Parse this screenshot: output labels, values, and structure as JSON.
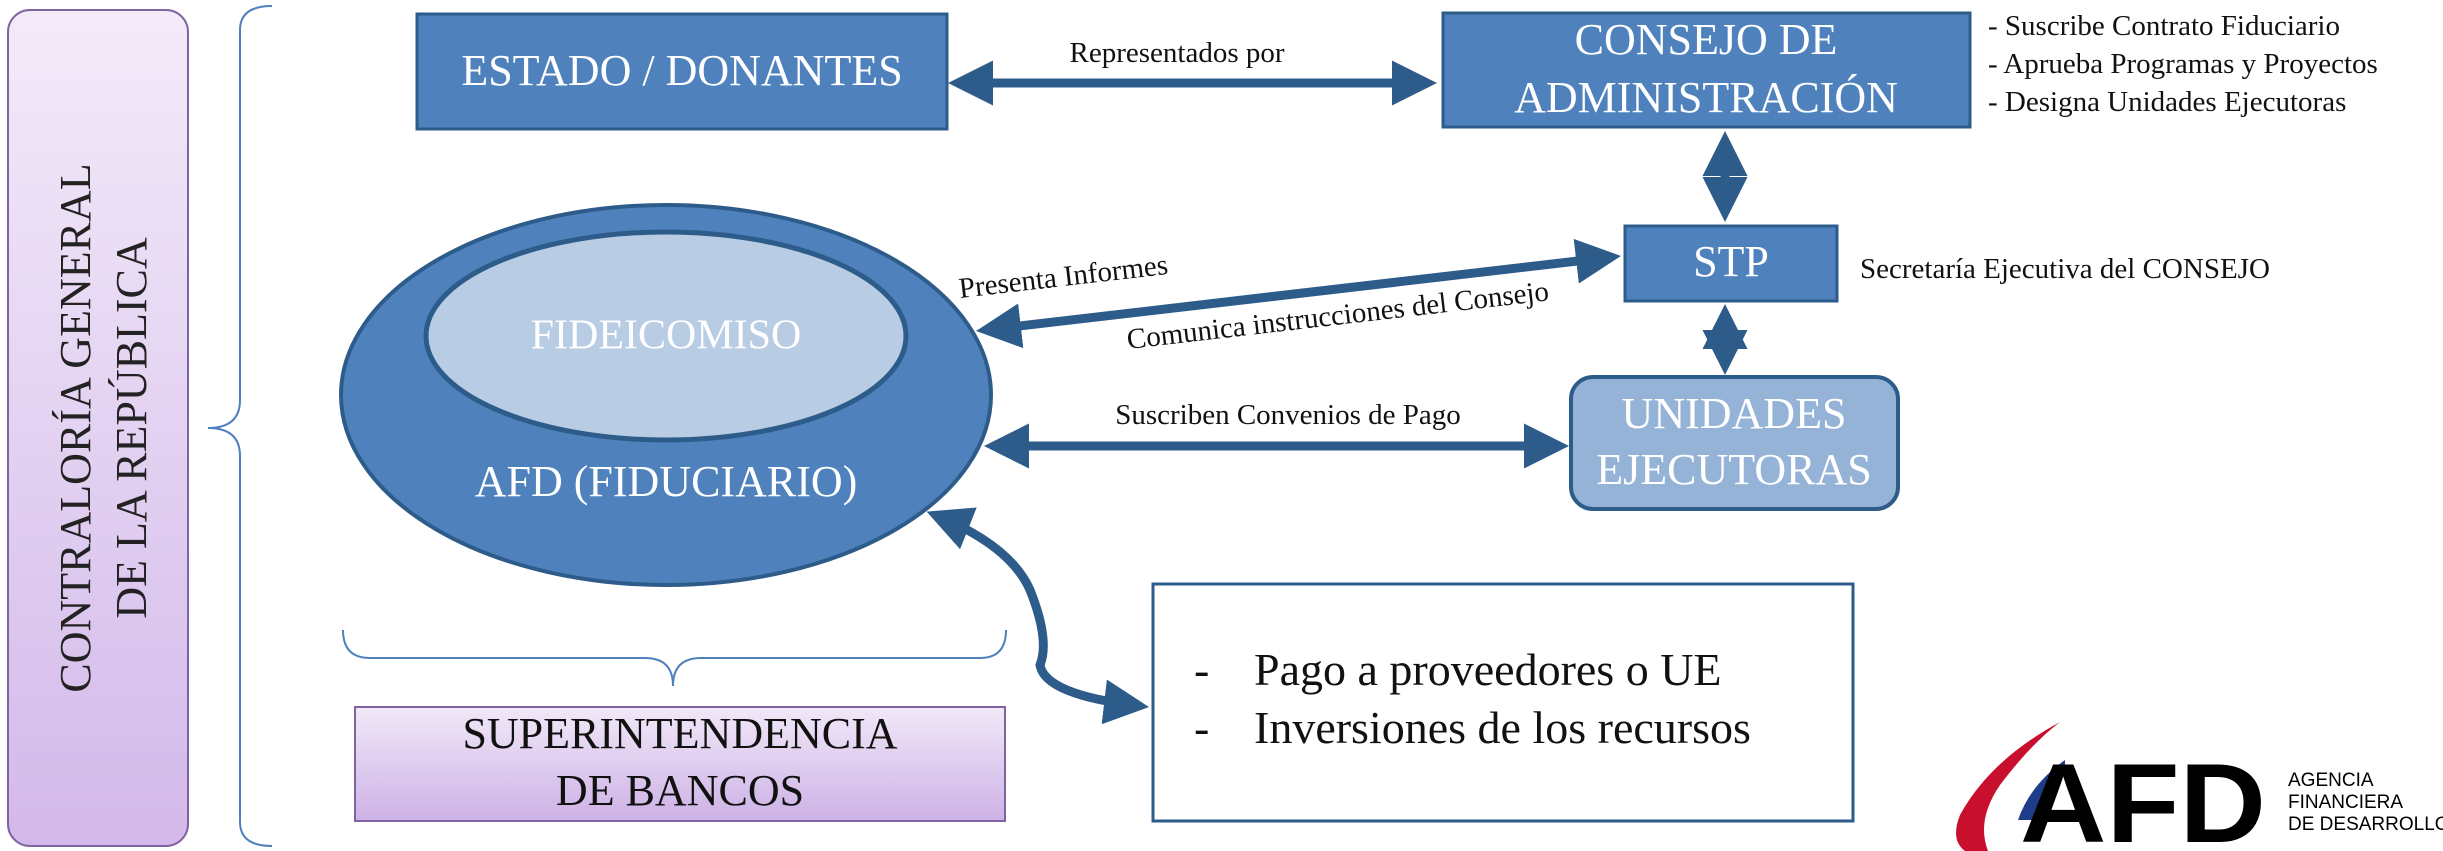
{
  "colors": {
    "box_fill": "#4f81bd",
    "box_stroke": "#2e5c8a",
    "light_blue": "#b8cce4",
    "unidades_fill": "#95b3d7",
    "arrow": "#2e5c8a",
    "side_panel_top": "#f0e6f7",
    "side_panel_bottom": "#d0b5e8",
    "side_panel_border": "#8064a2",
    "logo_red": "#c8102e",
    "logo_blue": "#1f3c88"
  },
  "side_panel": {
    "line1": "CONTRALORÍA GENERAL",
    "line2": "DE LA REPÚBLICA"
  },
  "boxes": {
    "estado": "ESTADO / DONANTES",
    "consejo": {
      "line1": "CONSEJO DE",
      "line2": "ADMINISTRACIÓN"
    },
    "stp": "STP",
    "unidades": {
      "line1": "UNIDADES",
      "line2": "EJECUTORAS"
    },
    "fideicomiso": "FIDEICOMISO",
    "afd_fiduciario": "AFD (FIDUCIARIO)",
    "superintendencia": {
      "line1": "SUPERINTENDENCIA",
      "line2": "DE BANCOS"
    }
  },
  "notes": {
    "consejo_functions": [
      "- Suscribe Contrato Fiduciario",
      "- Aprueba Programas y Proyectos",
      "- Designa Unidades Ejecutoras"
    ],
    "stp_description": "Secretaría Ejecutiva del CONSEJO"
  },
  "arrow_labels": {
    "representados": "Representados por",
    "presenta": "Presenta Informes",
    "comunica": "Comunica instrucciones del Consejo",
    "suscriben": "Suscriben Convenios de Pago"
  },
  "payment_box": {
    "items": [
      "Pago a proveedores o UE",
      "Inversiones de los recursos"
    ],
    "bullet": "-"
  },
  "logo": {
    "mark": "AFD",
    "line1": "AGENCIA",
    "line2": "FINANCIERA",
    "line3": "DE DESARROLLO"
  }
}
